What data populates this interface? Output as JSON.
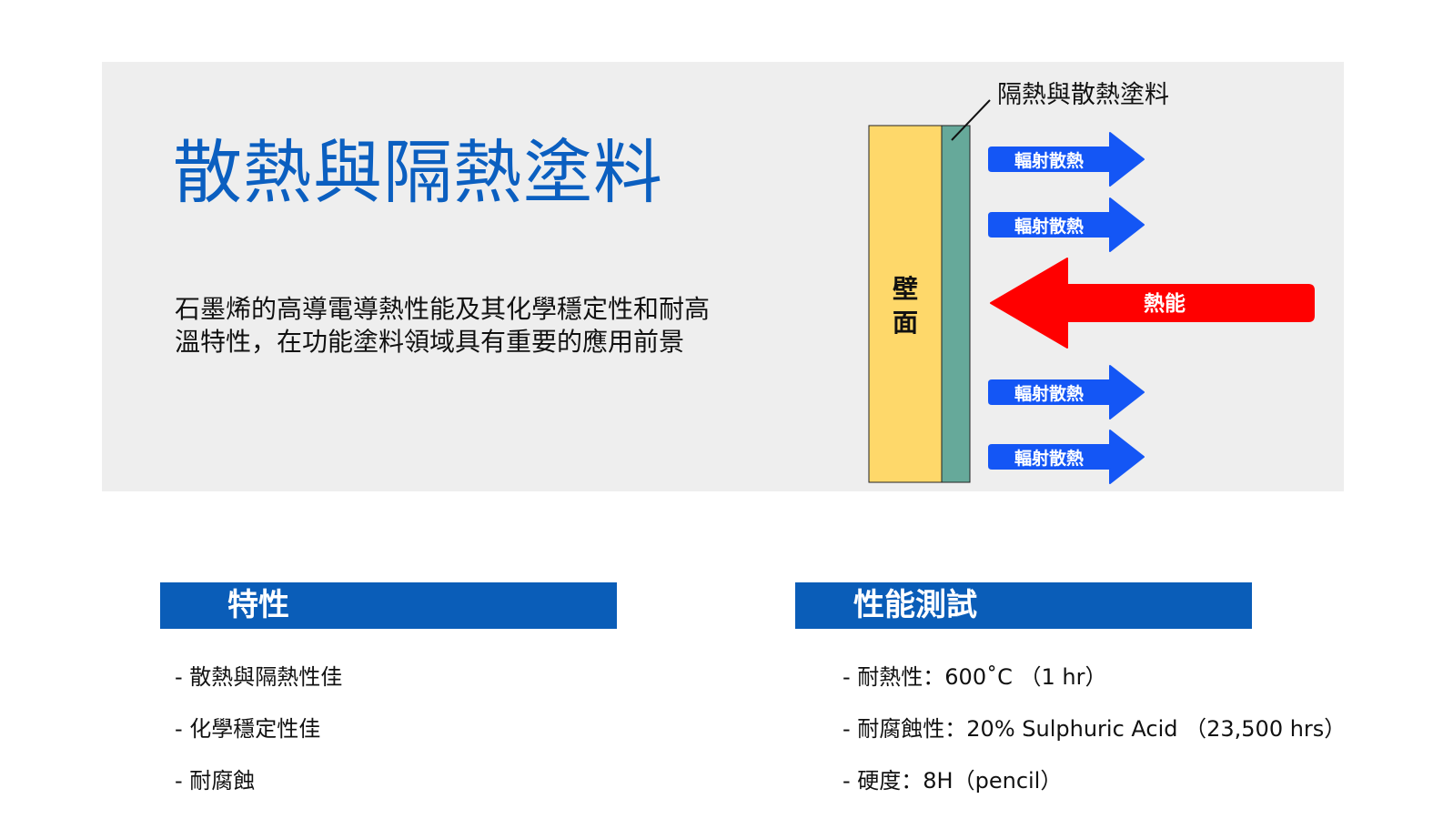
{
  "title": "散熱與隔熱塗料",
  "description": [
    "石墨烯的高導電導熱性能及其化學穩定性和耐高",
    "溫特性，在功能塗料領域具有重要的應用前景"
  ],
  "diagram": {
    "coating_label": "隔熱與散熱塗料",
    "wall_label": [
      "壁",
      "面"
    ],
    "heat_label": "熱能",
    "radiation_labels": [
      "輻射散熱",
      "輻射散熱",
      "輻射散熱",
      "輻射散熱"
    ],
    "colors": {
      "wall": "#fed86a",
      "coating": "#66a99a",
      "radiation_arrow": "#1456f5",
      "heat_arrow": "#ff0000",
      "title": "#0b5fc0",
      "section_bar": "#0a5db8",
      "panel": "#eeeeee"
    }
  },
  "sections": {
    "properties": {
      "header": "特性",
      "items": [
        "- 散熱與隔熱性佳",
        "- 化學穩定性佳",
        "- 耐腐蝕"
      ]
    },
    "tests": {
      "header": "性能測試",
      "items": [
        "- 耐熱性：600˚C （1 hr）",
        "- 耐腐蝕性：20% Sulphuric Acid （23,500 hrs）",
        "- 硬度：8H（pencil）"
      ]
    }
  }
}
